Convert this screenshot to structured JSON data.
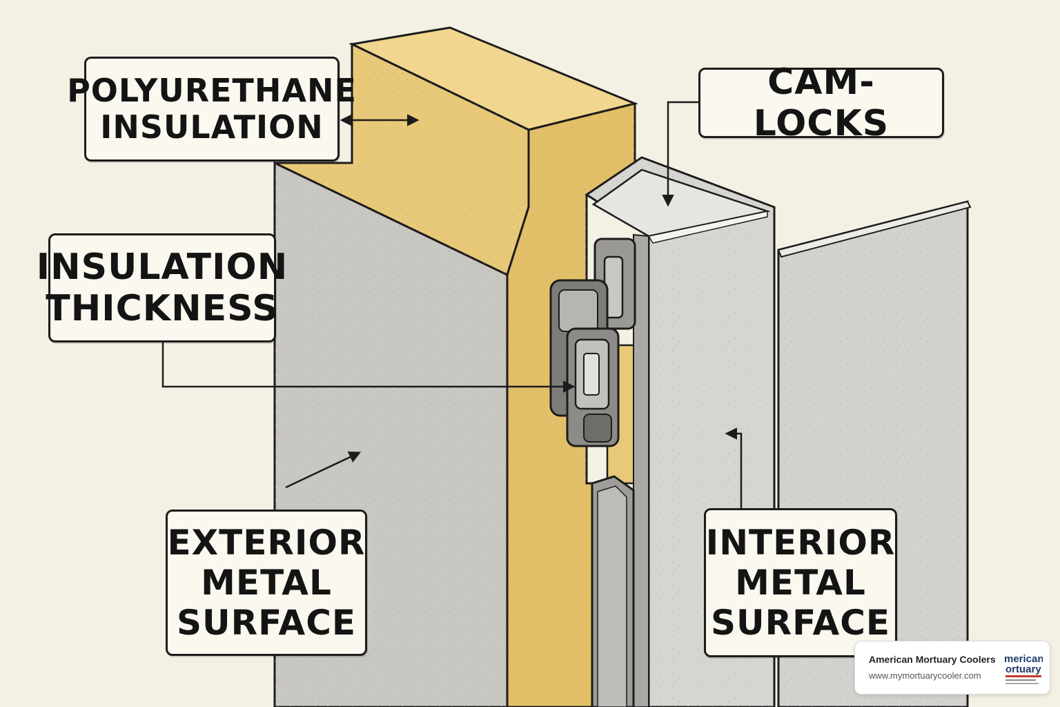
{
  "labels": {
    "polyurethane": "POLYURETHANE\nINSULATION",
    "cam_locks": "CAM-LOCKS",
    "thickness": "INSULATION\nTHICKNESS",
    "exterior": "EXTERIOR\nMETAL\nSURFACE",
    "interior": "INTERIOR\nMETAL\nSURFACE"
  },
  "watermark": {
    "name": "American Mortuary Coolers",
    "url": "www.mymortuarycooler.com",
    "logo_text": "American Mortuary Coolers"
  },
  "colors": {
    "background": "#f5f0e4",
    "foam": "#e8c979",
    "metal_exterior": "#c9c7c2",
    "metal_interior": "#d6d5d1",
    "outline": "#1c1c1c",
    "logo_red": "#c0392b",
    "logo_blue": "#1f3a6b"
  }
}
